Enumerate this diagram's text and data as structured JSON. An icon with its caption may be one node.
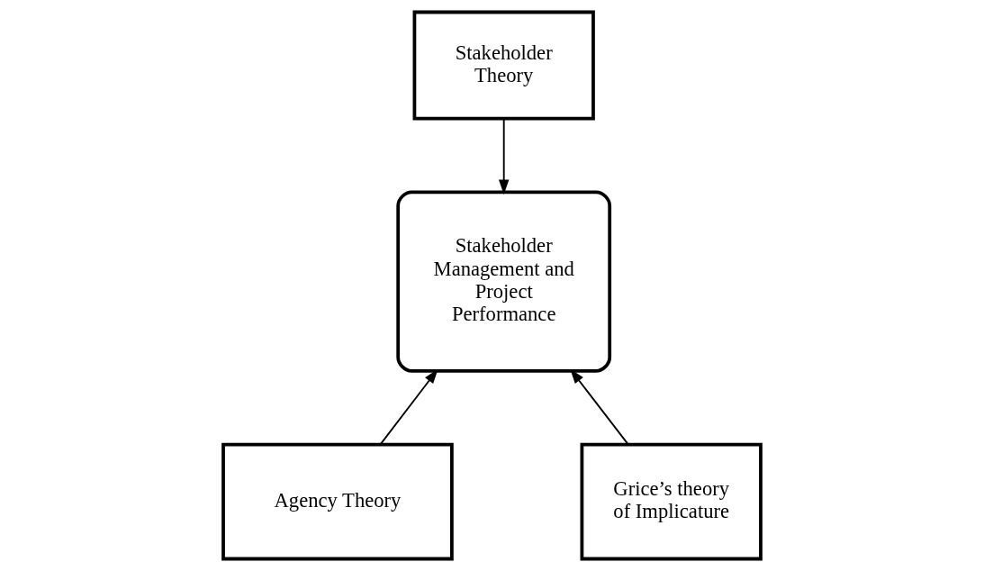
{
  "diagram": {
    "nodes": [
      {
        "text": [
          "Stakeholder Theory"
        ]
      },
      {
        "text": [
          "Stakeholder Management and Project Performance"
        ]
      },
      {
        "text": [
          "Agency Theory"
        ]
      },
      {
        "text": [
          "Grice’s theory of Implicature"
        ]
      }
    ],
    "edges": [
      {
        "from": 0,
        "to": 1,
        "arrow": "to"
      },
      {
        "from": 2,
        "to": 1,
        "arrow": "to"
      },
      {
        "from": 3,
        "to": 1,
        "arrow": "to"
      }
    ]
  }
}
